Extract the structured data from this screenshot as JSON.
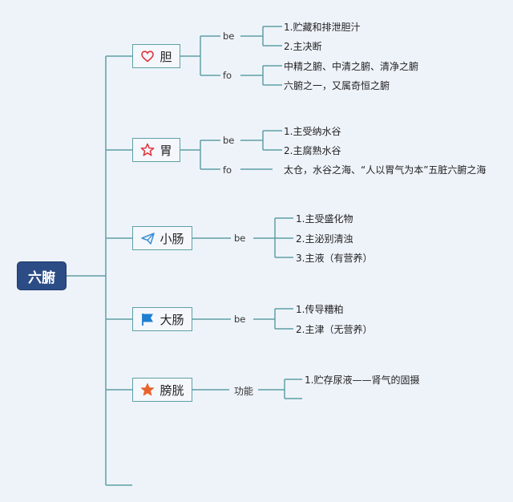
{
  "root": {
    "label": "六腑"
  },
  "organs": [
    {
      "name": "胆",
      "icon": "heart-icon",
      "groups": [
        {
          "label": "be",
          "items": [
            "1.贮藏和排泄胆汁",
            "2.主决断"
          ]
        },
        {
          "label": "fo",
          "items": [
            "中精之腑、中清之腑、清净之腑",
            "六腑之一，又属奇恒之腑"
          ]
        }
      ]
    },
    {
      "name": "胃",
      "icon": "star-outline-icon",
      "groups": [
        {
          "label": "be",
          "items": [
            "1.主受纳水谷",
            "2.主腐熟水谷"
          ]
        },
        {
          "label": "fo",
          "items": [
            "太仓，水谷之海、“人以胃气为本”五脏六腑之海"
          ]
        }
      ]
    },
    {
      "name": "小肠",
      "icon": "paper-plane-icon",
      "groups": [
        {
          "label": "be",
          "items": [
            "1.主受盛化物",
            "2.主泌别清浊",
            "3.主液（有营养）"
          ]
        }
      ]
    },
    {
      "name": "大肠",
      "icon": "flag-icon",
      "groups": [
        {
          "label": "be",
          "items": [
            "1.传导糟粕",
            "2.主津（无营养）"
          ]
        }
      ]
    },
    {
      "name": "膀胱",
      "icon": "star-filled-icon",
      "groups": [
        {
          "label": "功能",
          "items": [
            "1.贮存尿液——肾气的固摄",
            ""
          ]
        }
      ]
    }
  ],
  "colors": {
    "background": "#eef3fa",
    "line": "#5fa0a5",
    "root": "#2c4c86",
    "heart": "#e0333c",
    "star": "#e0333c",
    "plane": "#3d8fd6",
    "flag": "#1e7fd0",
    "star_filled": "#e8632b"
  }
}
